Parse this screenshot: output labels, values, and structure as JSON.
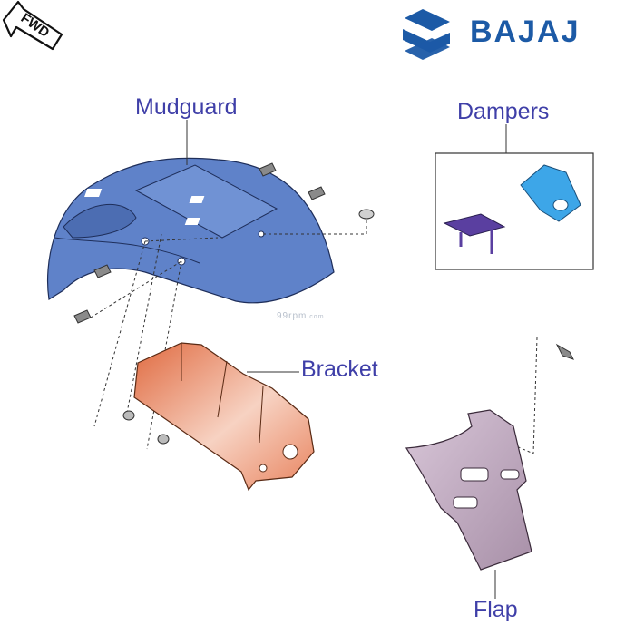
{
  "brand": {
    "name": "BAJAJ",
    "logo_icon": "bajaj-hexagon-logo-icon",
    "color": "#1c5aa6"
  },
  "direction_badge": {
    "text": "FWD",
    "icon": "forward-arrow-icon"
  },
  "labels": {
    "mudguard": "Mudguard",
    "dampers": "Dampers",
    "bracket": "Bracket",
    "flap": "Flap"
  },
  "label_color": "#3f3fa8",
  "watermark": {
    "main": "99rpm",
    "suffix": ".com"
  },
  "colors": {
    "mudguard": "#5f82c9",
    "bracket": "#e8835e",
    "damper_blue": "#3da6e8",
    "damper_purple": "#5a3fa0",
    "flap": "#c8b4c8"
  }
}
